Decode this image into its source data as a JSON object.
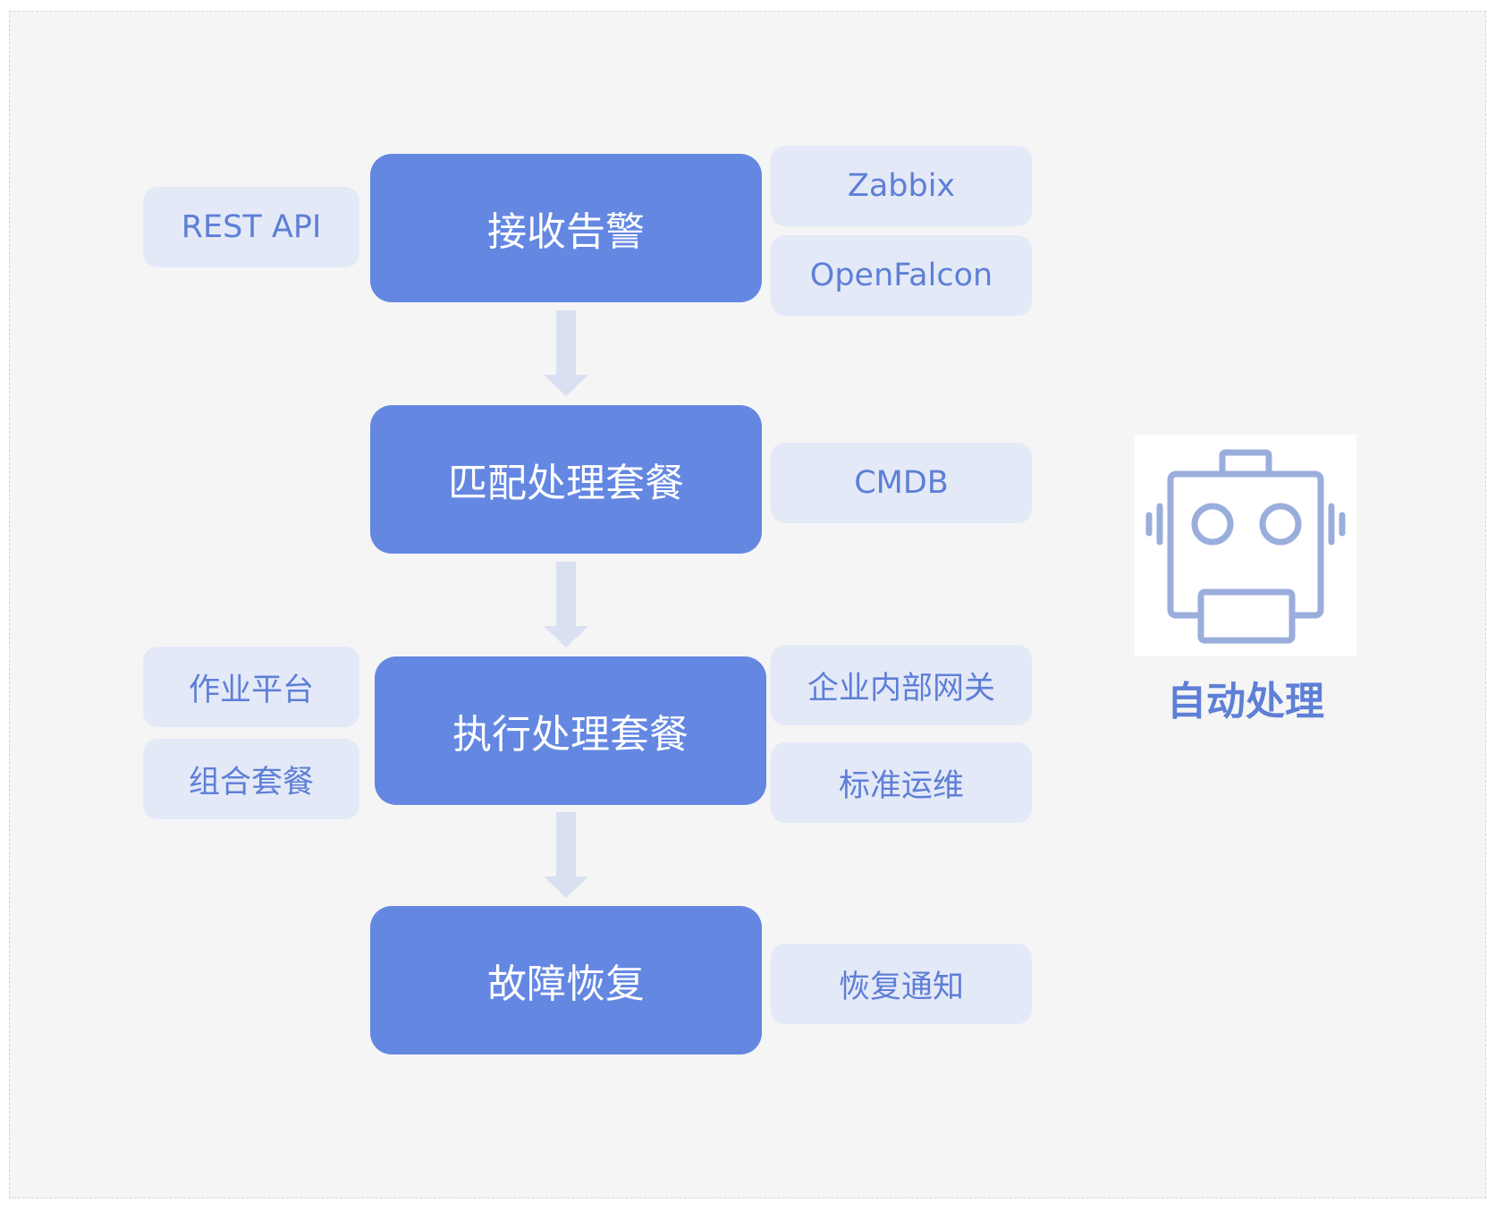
{
  "steps": {
    "receive": "接收告警",
    "match": "匹配处理套餐",
    "execute": "执行处理套餐",
    "recover": "故障恢复"
  },
  "sources": {
    "rest_api": "REST API",
    "zabbix": "Zabbix",
    "openfalcon": "OpenFalcon",
    "cmdb": "CMDB",
    "job_platform": "作业平台",
    "combo_package": "组合套餐",
    "enterprise_gateway": "企业内部网关",
    "standard_ops": "标准运维",
    "recovery_notice": "恢复通知"
  },
  "robot": {
    "icon": "robot-icon",
    "label": "自动处理"
  },
  "colors": {
    "step_fill": "#6487e2",
    "tag_fill": "#e4e9f8",
    "tag_text": "#5e7fd6",
    "arrow": "#d9e0f1",
    "robot_stroke": "#9aaedc",
    "background": "#f5f5f5"
  }
}
